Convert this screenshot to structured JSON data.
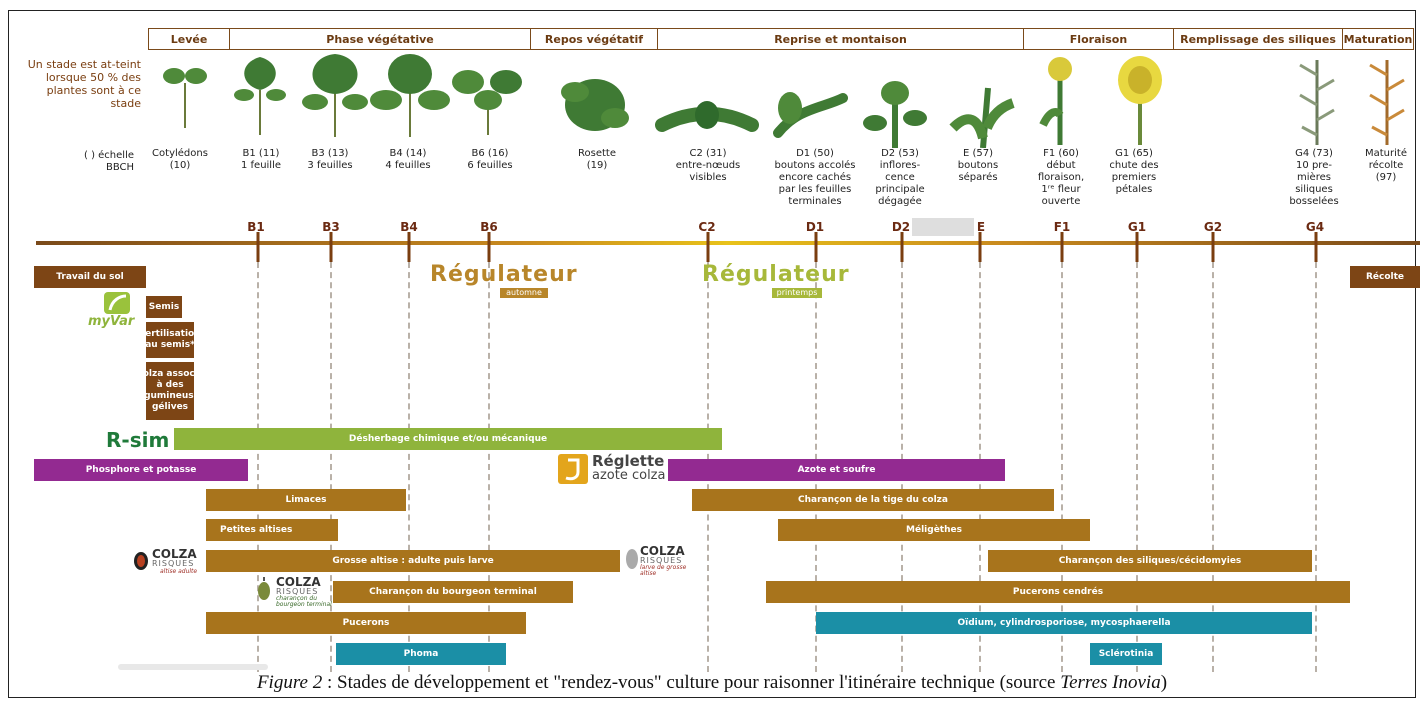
{
  "phases": [
    {
      "label": "Levée"
    },
    {
      "label": "Phase végétative"
    },
    {
      "label": "Repos végétatif"
    },
    {
      "label": "Reprise et montaison"
    },
    {
      "label": "Floraison"
    },
    {
      "label": "Remplissage des siliques"
    },
    {
      "label": "Maturation"
    }
  ],
  "intro_text": "Un stade est at-teint lorsque 50 % des plantes sont à ce stade",
  "bbch_note": "( ) échelle BBCH",
  "stage_descriptions": [
    "Cotylédons\n(10)",
    "B1 (11)\n1 feuille",
    "B3 (13)\n3 feuilles",
    "B4 (14)\n4 feuilles",
    "B6 (16)\n6 feuilles",
    "Rosette\n(19)",
    "C2 (31)\nentre-nœuds\nvisibles",
    "D1 (50)\nboutons accolés\nencore cachés\npar les feuilles\nterminales",
    "D2 (53)\ninflores-\ncence\nprincipale\ndégagée",
    "E (57)\nboutons\nséparés",
    "F1 (60)\ndébut\nfloraison,\n1ʳᵉ fleur\nouverte",
    "G1 (65)\nchute des\npremiers\npétales",
    "G4 (73)\n10 pre-\nmières\nsiliques\nbosselées",
    "Maturité\nrécolte\n(97)"
  ],
  "timeline_stages": [
    "B1",
    "B3",
    "B4",
    "B6",
    "C2",
    "D1",
    "D2",
    "E",
    "F1",
    "G1",
    "G2",
    "G4"
  ],
  "bars": {
    "travail_sol": "Travail du sol",
    "recolte": "Récolte",
    "semis": "Semis",
    "fertilisation": "Fertilisation au semis*",
    "colza_associe": "Colza associé à des légumineuses gélives",
    "desherbage": "Désherbage chimique et/ou mécanique",
    "phosphore": "Phosphore et potasse",
    "azote": "Azote et soufre",
    "limaces": "Limaces",
    "charancon_tige": "Charançon de la tige du colza",
    "petites_altises": "Petites altises",
    "meligethes": "Méligèthes",
    "grosse_altise": "Grosse altise : adulte puis larve",
    "charancon_siliques": "Charançon des siliques/cécidomyies",
    "charancon_bourgeon": "Charançon du bourgeon terminal",
    "pucerons_cendres": "Pucerons cendrés",
    "pucerons": "Pucerons",
    "oidium": "Oïdium, cylindrosporiose, mycosphaerella",
    "phoma": "Phoma",
    "sclerotinia": "Sclérotinia"
  },
  "logos": {
    "regulateur": "Régulateur",
    "automne": "automne",
    "printemps": "printemps",
    "myvar": "myVar",
    "rsim": "R-sim",
    "reglette_1": "Réglette",
    "reglette_2": "azote colza",
    "colza": "COLZA",
    "risques": "RISQUES",
    "altise_adulte": "altise adulte",
    "larve_grosse_altise": "larve de grosse altise",
    "charancon_bourgeon_small": "charançon du bourgeon terminal"
  },
  "caption": {
    "figure": "Figure 2",
    "text": " : Stades de développement et \"rendez-vous\" culture pour raisonner l'itinéraire technique  (source ",
    "source": "Terres Inovia",
    "end": ")"
  },
  "colors": {
    "brown": "#7d4515",
    "gold": "#a8741c",
    "green": "#8fb43c",
    "purple": "#932a91",
    "teal": "#1b8fa6"
  }
}
